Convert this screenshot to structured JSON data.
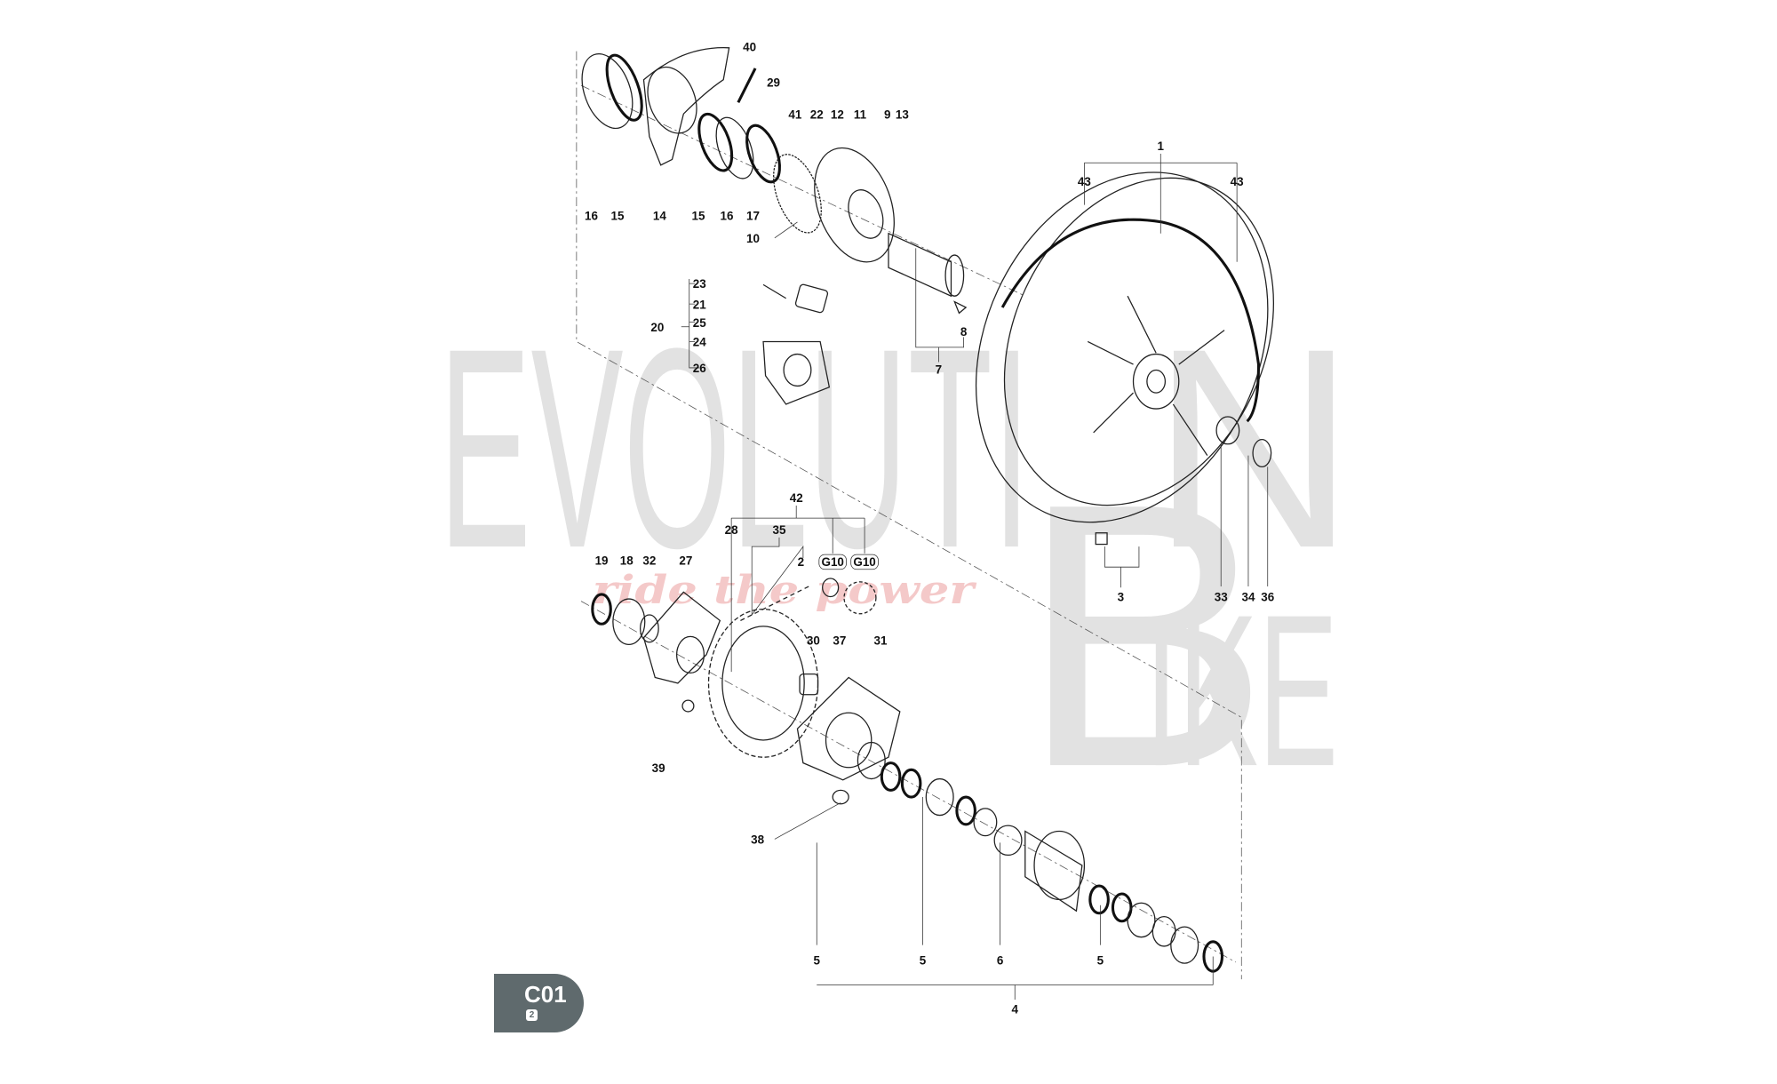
{
  "watermark": {
    "brand_top": "EVOLUTI",
    "brand_top_end": "N",
    "brand_bottom": "IKE",
    "brand_b": "B",
    "tagline": "ride the power"
  },
  "badge": {
    "code": "C01",
    "sub": "2"
  },
  "labels": [
    "40",
    "29",
    "41",
    "22",
    "12",
    "11",
    "9",
    "13",
    "1",
    "43",
    "43",
    "16",
    "15",
    "14",
    "15",
    "16",
    "17",
    "10",
    "23",
    "21",
    "25",
    "20",
    "24",
    "26",
    "8",
    "7",
    "42",
    "28",
    "35",
    "2",
    "G10",
    "G10",
    "19",
    "18",
    "32",
    "27",
    "30",
    "37",
    "31",
    "39",
    "38",
    "5",
    "5",
    "6",
    "5",
    "4",
    "3",
    "33",
    "34",
    "36"
  ]
}
